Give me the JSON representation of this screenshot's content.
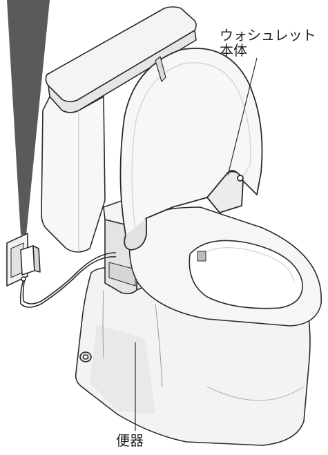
{
  "labels": {
    "washlet_body_line1": "ウォシュレット",
    "washlet_body_line2": "本体",
    "toilet_bowl": "便器"
  },
  "colors": {
    "line": "#2a2a2a",
    "fill": "#ffffff",
    "shade": "#e8e8e8",
    "shade_dark": "#cfcfcf",
    "beam": "#5a5a5a"
  }
}
